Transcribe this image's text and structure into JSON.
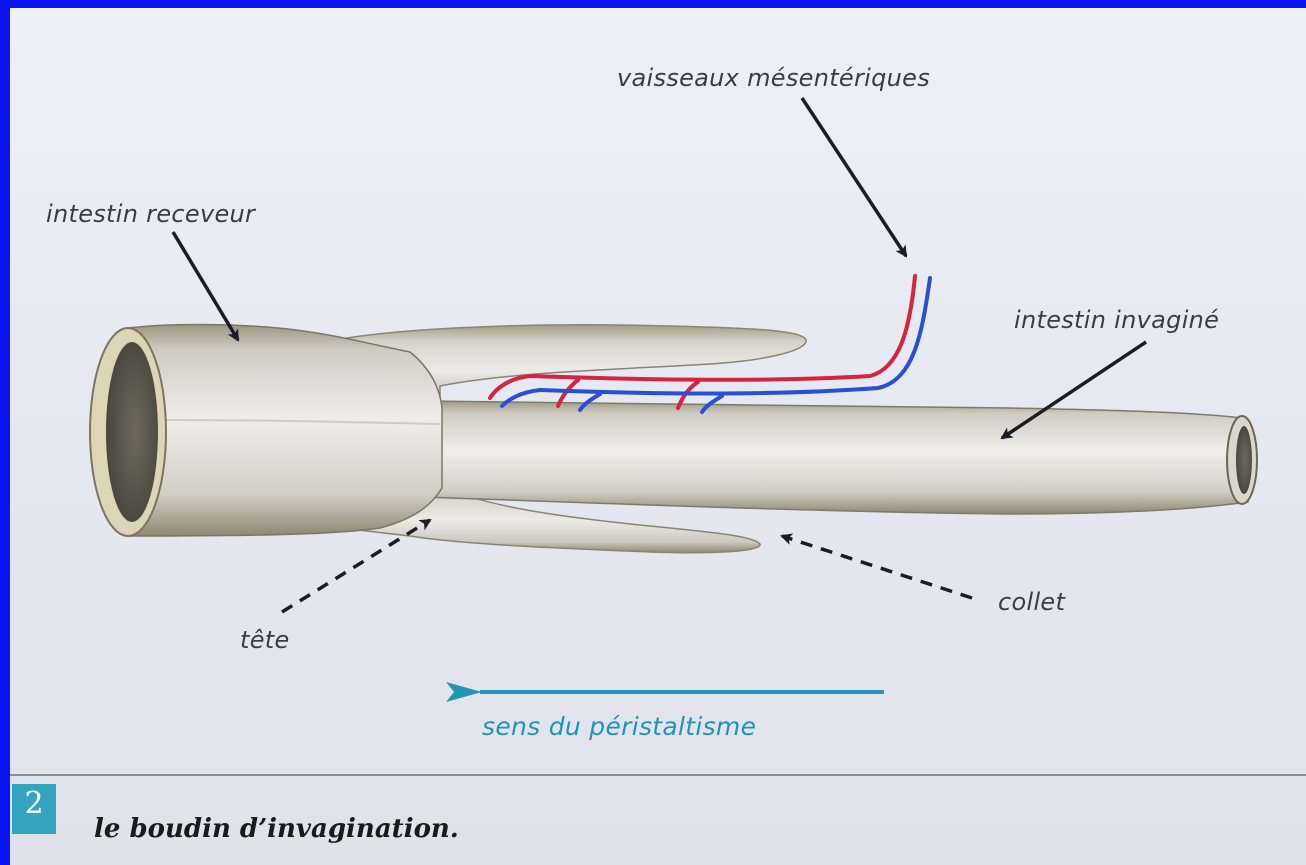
{
  "labels": {
    "vaisseaux": "vaisseaux mésentériques",
    "receveur": "intestin receveur",
    "invagine": "intestin invaginé",
    "collet": "collet",
    "tete": "tête",
    "sens": "sens du péristaltisme"
  },
  "caption": {
    "number": "2",
    "text": "le boudin d’invagination."
  },
  "colors": {
    "background_frame": "#0a14f0",
    "paper": "#e8ebf2",
    "intestine": "#d9d7d0",
    "intestine_shadow": "#8f8a76",
    "artery": "#d8233c",
    "vein": "#2750d6",
    "arrow_dark": "#1c1c24",
    "peristalsis_arrow": "#2196b6",
    "badge": "#33a3bf"
  }
}
